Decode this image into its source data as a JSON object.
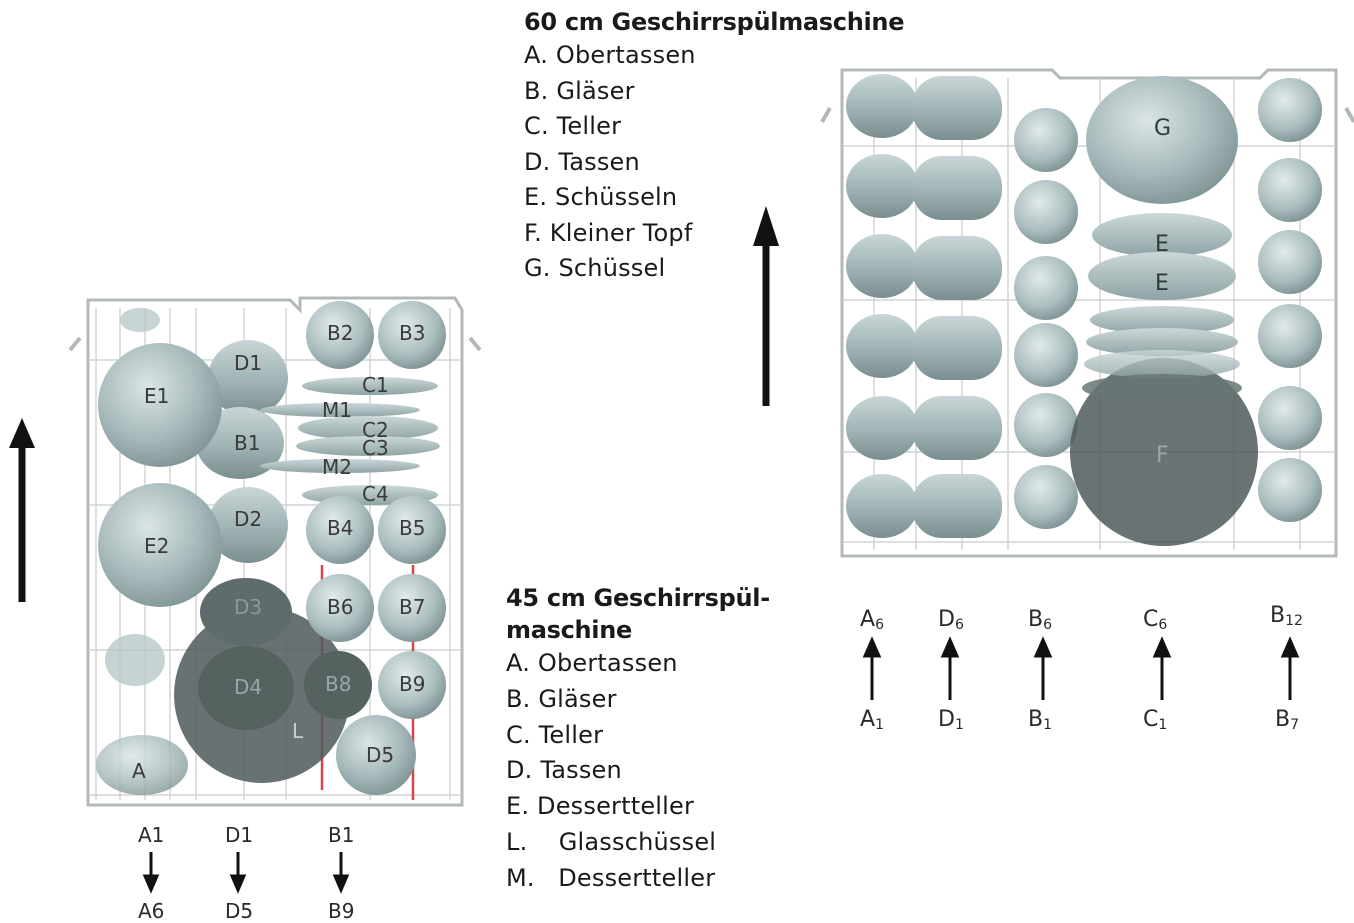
{
  "legend_60": {
    "title": "60 cm Geschirrspülmaschine",
    "items": [
      "A. Obertassen",
      "B. Gläser",
      "C. Teller",
      "D. Tassen",
      "E. Schüsseln",
      "F. Kleiner Topf",
      "G. Schüssel"
    ]
  },
  "legend_45": {
    "title_line1": "45 cm Geschirrspül-",
    "title_line2": "maschine",
    "items": [
      "A. Obertassen",
      "B. Gläser",
      "C. Teller",
      "D. Tassen",
      "E. Dessertteller",
      "L.    Glasschüssel",
      "M.   Dessertteller"
    ]
  },
  "rack_45": {
    "labels": {
      "E1": "E1",
      "E2": "E2",
      "D1": "D1",
      "D2": "D2",
      "D3": "D3",
      "D4": "D4",
      "D5": "D5",
      "B1": "B1",
      "B2": "B2",
      "B3": "B3",
      "B4": "B4",
      "B5": "B5",
      "B6": "B6",
      "B7": "B7",
      "B8": "B8",
      "B9": "B9",
      "C1": "C1",
      "C2": "C2",
      "C3": "C3",
      "C4": "C4",
      "M1": "M1",
      "M2": "M2",
      "L": "L",
      "A": "A"
    },
    "order": [
      {
        "from": "A1",
        "to": "A6"
      },
      {
        "from": "D1",
        "to": "D5"
      },
      {
        "from": "B1",
        "to": "B9"
      }
    ]
  },
  "rack_60": {
    "labels": {
      "G": "G",
      "E_top": "E",
      "E_bottom": "E",
      "F": "F"
    },
    "order": [
      {
        "to_main": "A",
        "to_sub": "6",
        "from_main": "A",
        "from_sub": "1"
      },
      {
        "to_main": "D",
        "to_sub": "6",
        "from_main": "D",
        "from_sub": "1"
      },
      {
        "to_main": "B",
        "to_sub": "6",
        "from_main": "B",
        "from_sub": "1"
      },
      {
        "to_main": "C",
        "to_sub": "6",
        "from_main": "C",
        "from_sub": "1"
      },
      {
        "to_main": "B",
        "to_sub": "12",
        "from_main": "B",
        "from_sub": "7"
      }
    ]
  },
  "colors": {
    "dish": "#9fb3b4",
    "dish_light": "#c3d2d3",
    "dark": "#4f5b5c",
    "rack": "#b9bdbd",
    "red": "#d9434a"
  }
}
